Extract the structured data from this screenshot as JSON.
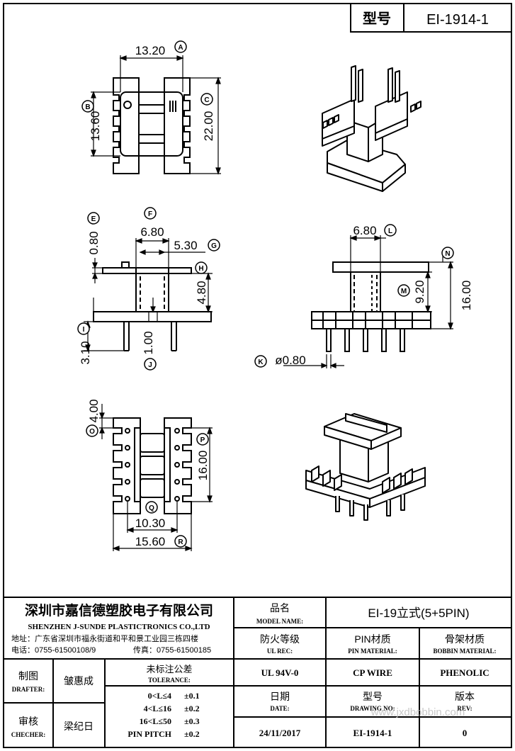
{
  "header": {
    "model_label": "型号",
    "model_value": "EI-1914-1"
  },
  "dimensions": {
    "A": "13.20",
    "B": "13.60",
    "C": "22.00",
    "E": "0.80",
    "F": "6.80",
    "G": "5.30",
    "H": "4.80",
    "I": "3.10",
    "J": "1.00",
    "K": "ø0.80",
    "L": "6.80",
    "M": "9.20",
    "N": "16.00",
    "O": "4.00",
    "P": "16.00",
    "Q": "10.30",
    "R": "15.60"
  },
  "badges": {
    "A": "A",
    "B": "B",
    "C": "C",
    "E": "E",
    "F": "F",
    "G": "G",
    "H": "H",
    "I": "I",
    "J": "J",
    "K": "K",
    "L": "L",
    "M": "M",
    "N": "N",
    "O": "O",
    "P": "P",
    "Q": "Q",
    "R": "R"
  },
  "company": {
    "name_cn": "深圳市嘉信德塑胶电子有限公司",
    "name_en": "SHENZHEN J-SUNDE PLASTICTRONICS CO.,LTD",
    "address": "地址：广东省深圳市福永街道和平和景工业园三栋四楼",
    "phone": "电话：0755-61500108/9",
    "fax": "传真：0755-61500185"
  },
  "title_block": {
    "model_name_cn": "品名",
    "model_name_en": "MODEL NAME:",
    "model_name_value": "EI-19立式(5+5PIN)",
    "ul_cn": "防火等级",
    "ul_en": "UL REC:",
    "pin_cn": "PIN材质",
    "pin_en": "PIN MATERIAL:",
    "bobbin_cn": "骨架材质",
    "bobbin_en": "BOBBIN MATERIAL:",
    "ul_value": "UL 94V-0",
    "pin_value": "CP WIRE",
    "bobbin_value": "PHENOLIC",
    "date_cn": "日期",
    "date_en": "DATE:",
    "drawing_cn": "型号",
    "drawing_en": "DRAWING NO:",
    "rev_cn": "版本",
    "rev_en": "REV:",
    "date_value": "24/11/2017",
    "drawing_value": "EI-1914-1",
    "rev_value": "0",
    "drafter_cn": "制图",
    "drafter_en": "DRAFTER:",
    "drafter_name": "皱惠成",
    "checker_cn": "审核",
    "checker_en": "CHECHER:",
    "checker_name": "梁纪日",
    "tolerance_cn": "未标注公差",
    "tolerance_en": "TOLERANCE:",
    "tolerances": [
      {
        "range": "0<L≤4",
        "value": "±0.1"
      },
      {
        "range": "4<L≤16",
        "value": "±0.2"
      },
      {
        "range": "16<L≤50",
        "value": "±0.3"
      },
      {
        "range": "PIN PITCH",
        "value": "±0.2"
      }
    ]
  },
  "watermark": "www.jxdbobbin.com"
}
